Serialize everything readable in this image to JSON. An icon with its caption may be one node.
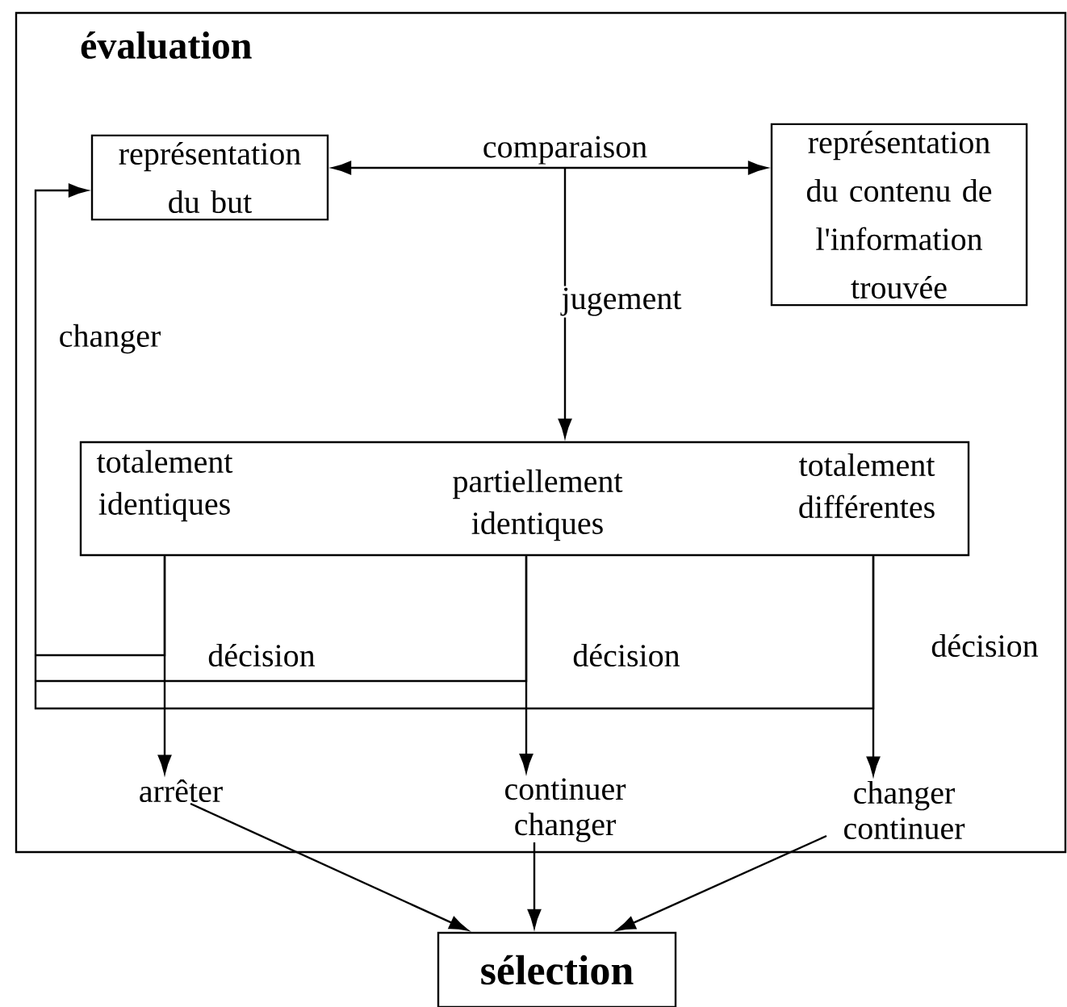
{
  "diagram": {
    "nodes": [
      {
        "text": [
          "évaluation"
        ]
      },
      {
        "text": [
          "représentation du but"
        ],
        "in": 0
      },
      {
        "text": [
          "comparaison"
        ],
        "in": 0
      },
      {
        "text": [
          "représentation du contenu de l'information trouvée"
        ],
        "in": 0
      },
      {
        "text": [
          "totalement identiques",
          "partiellement identiques",
          "totalement différentes"
        ],
        "in": 0
      },
      {
        "text": [
          "arrêter"
        ],
        "in": 0
      },
      {
        "text": [
          "continuer changer"
        ],
        "in": 0
      },
      {
        "text": [
          "changer continuer"
        ],
        "in": 0
      },
      {
        "text": [
          "sélection"
        ]
      }
    ],
    "edges": [
      {
        "from": 2,
        "to": 1,
        "arrow": "to"
      },
      {
        "from": 2,
        "to": 3,
        "arrow": "to"
      },
      {
        "from": 2,
        "to": 4,
        "arrow": "to",
        "label": "jugement"
      },
      {
        "from": 4,
        "to": 5,
        "arrow": "to",
        "label": "décision"
      },
      {
        "from": 4,
        "to": 6,
        "arrow": "to",
        "label": "décision"
      },
      {
        "from": 4,
        "to": 7,
        "arrow": "to",
        "label": "décision"
      },
      {
        "from": 4,
        "to": 1,
        "arrow": "to",
        "label": "changer"
      },
      {
        "from": 5,
        "to": 8,
        "arrow": "to"
      },
      {
        "from": 6,
        "to": 8,
        "arrow": "to"
      },
      {
        "from": 7,
        "to": 8,
        "arrow": "to"
      }
    ]
  }
}
